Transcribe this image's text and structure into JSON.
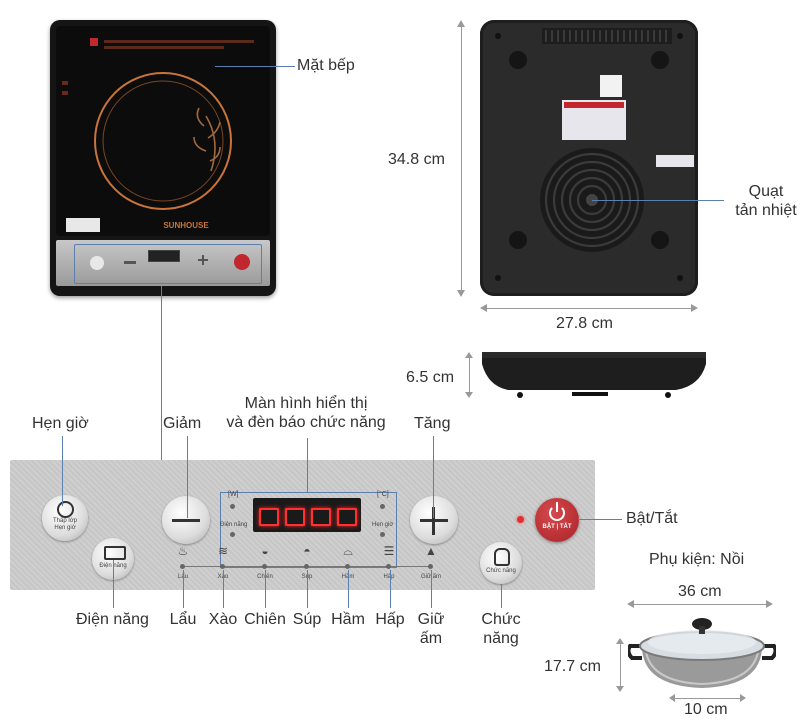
{
  "labels": {
    "cooktop": "Mặt bếp",
    "fan_line1": "Quạt",
    "fan_line2": "tản nhiệt",
    "timer": "Hẹn giờ",
    "decrease": "Giảm",
    "display_line1": "Màn hình hiển thị",
    "display_line2": "và đèn báo chức năng",
    "increase": "Tăng",
    "power_toggle": "Bật/Tắt",
    "energy": "Điện năng",
    "hotpot": "Lẩu",
    "stirfry": "Xào",
    "fry": "Chiên",
    "soup": "Súp",
    "stew": "Hầm",
    "steam": "Hấp",
    "keepwarm_line1": "Giữ",
    "keepwarm_line2": "ấm",
    "function_line1": "Chức",
    "function_line2": "năng",
    "accessory": "Phụ kiện: Nồi"
  },
  "dimensions": {
    "depth": "34.8 cm",
    "width": "27.8 cm",
    "height": "6.5 cm",
    "pot_width": "36 cm",
    "pot_height": "17.7 cm",
    "pot_base": "10 cm"
  },
  "panel_text": {
    "timer_btn_line1": "Thấp lớp",
    "timer_btn_line2": "Hẹn giờ",
    "energy_btn": "Điện năng",
    "left_indicator": "Điện năng",
    "right_indicator": "Hẹn giờ",
    "watt_symbol": "[W]",
    "celsius_symbol": "[°C]",
    "function_btn": "Chức năng",
    "power_btn": "BẬT | TẮT",
    "mode_hotpot": "Lẩu",
    "mode_stirfry": "Xào",
    "mode_fry": "Chiên",
    "mode_soup": "Súp",
    "mode_stew": "Hầm",
    "mode_steam": "Hấp",
    "mode_keepwarm": "Giữ ấm"
  },
  "brand": "SUNHOUSE",
  "colors": {
    "accent_line": "#5a7fb0",
    "power_red": "#c0282d",
    "display_red": "#ff3030",
    "coil_orange": "#c8743a"
  }
}
